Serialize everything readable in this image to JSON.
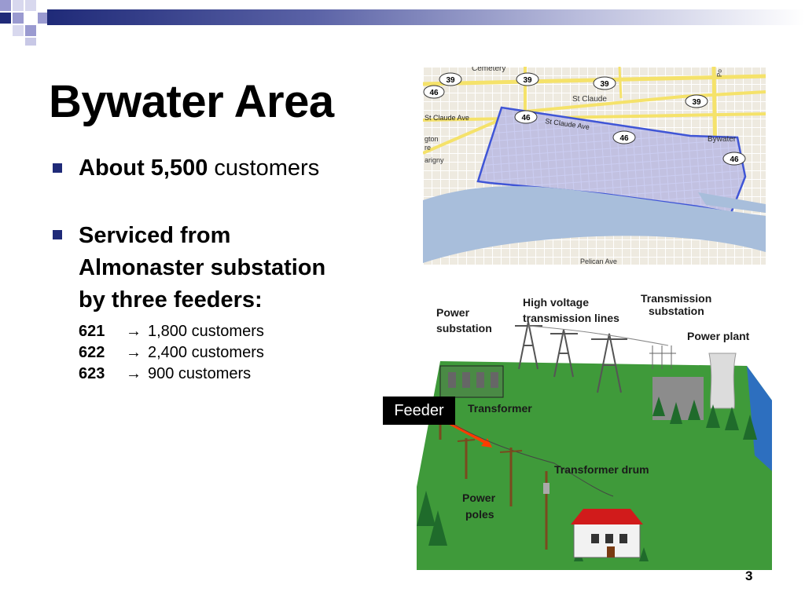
{
  "slide": {
    "title": "Bywater Area",
    "page_number": "3"
  },
  "bullets": {
    "b1_bold": "About 5,500",
    "b1_rest": " customers",
    "b2_line1": "Serviced from",
    "b2_line2": "Almonaster substation",
    "b2_line3": "by three feeders:"
  },
  "feeders": [
    {
      "id": "621",
      "arrow": "→",
      "value": "1,800 customers"
    },
    {
      "id": "622",
      "arrow": "→",
      "value": "2,400 customers"
    },
    {
      "id": "623",
      "arrow": "→",
      "value": "900 customers"
    }
  ],
  "map": {
    "labels": {
      "cemetery": "Cemetery",
      "st_claude_top": "St Claude",
      "st_claude_ave_left": "St Claude Ave",
      "st_claude_ave_mid": "St Claude Ave",
      "bywater": "Bywater",
      "left_gton": "gton",
      "left_re": "re",
      "left_arigny": "arigny",
      "pelican": "Pelican Ave",
      "po": "Po"
    },
    "route_shields": {
      "r39": "39",
      "r46": "46"
    },
    "colors": {
      "land": "#eeeae0",
      "river": "#a8bedb",
      "highlight": "#9a9ee0",
      "highlight_border": "#3f55d6",
      "highway": "#f5e26a"
    }
  },
  "diagram": {
    "labels": {
      "power_substation_1": "Power",
      "power_substation_2": "substation",
      "hv_lines_1": "High voltage",
      "hv_lines_2": "transmission lines",
      "trans_sub_1": "Transmission",
      "trans_sub_2": "substation",
      "power_plant": "Power plant",
      "transformer": "Transformer",
      "transformer_drum": "Transformer drum",
      "power_poles_1": "Power",
      "power_poles_2": "poles"
    },
    "feeder_tag": "Feeder",
    "colors": {
      "grass": "#3f9a3a",
      "sky": "#ffffff",
      "water": "#2d6fbf",
      "feeder_arrow": "#ff3b00"
    }
  }
}
